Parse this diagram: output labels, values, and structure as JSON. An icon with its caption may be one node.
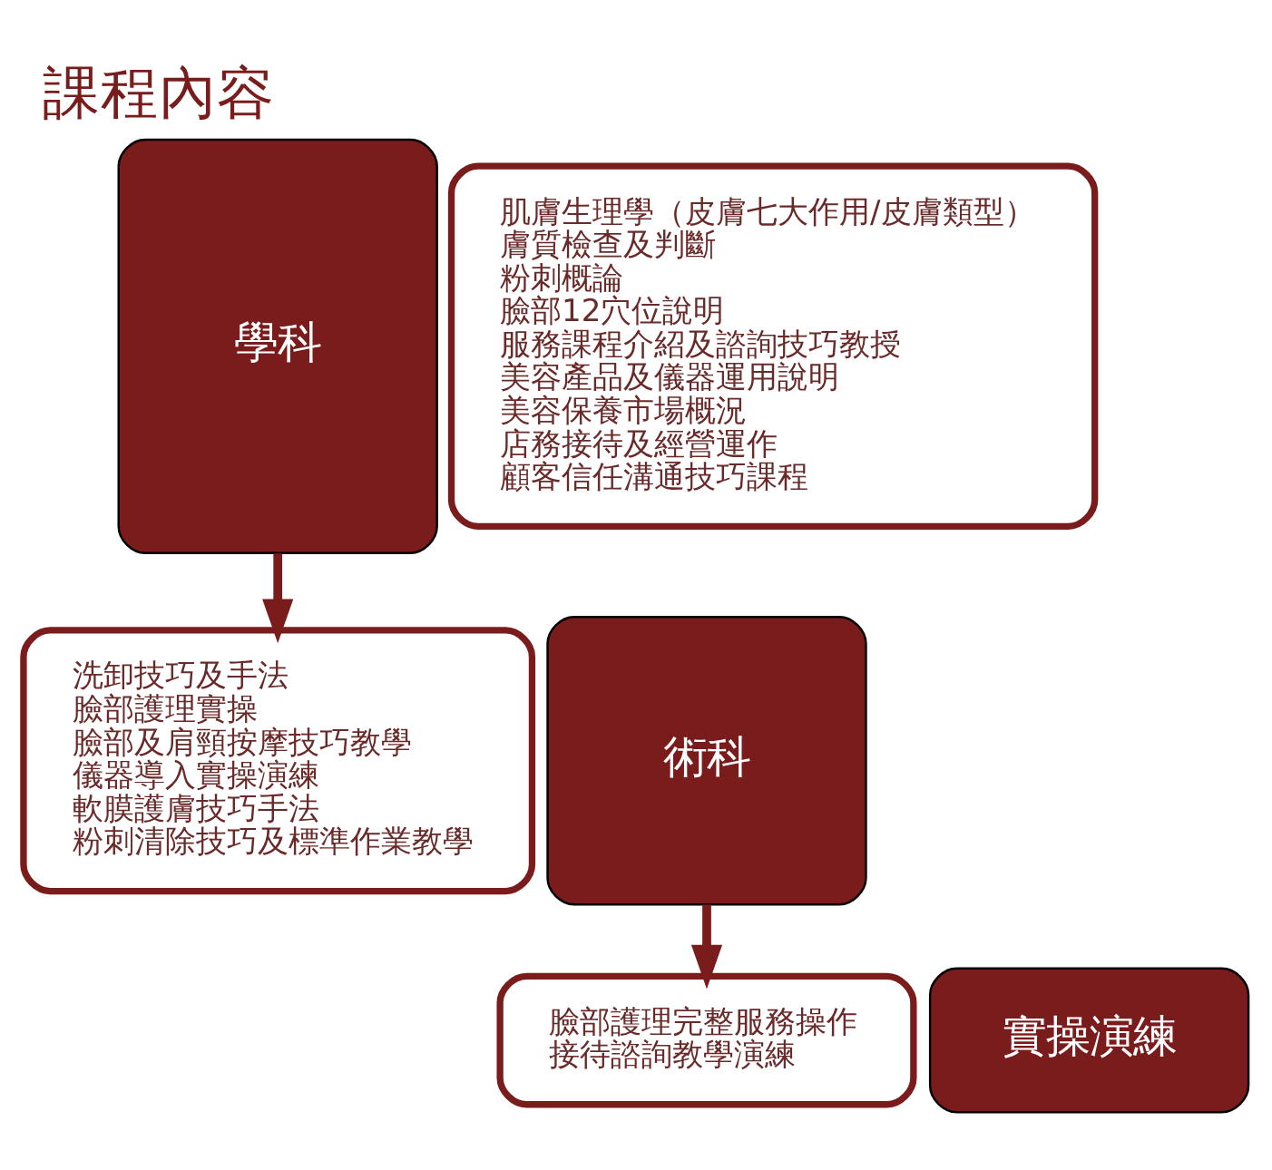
{
  "diagram": {
    "title": "課程內容",
    "nodes": [
      {
        "text": [
          "學科"
        ]
      },
      {
        "text": [
          "肌膚生理學（皮膚七大作用/皮膚類型）",
          "膚質檢查及判斷",
          "粉刺概論",
          "臉部12穴位說明",
          "服務課程介紹及諮詢技巧教授",
          "美容產品及儀器運用說明",
          "美容保養市場概況",
          "店務接待及經營運作",
          "顧客信任溝通技巧課程"
        ]
      },
      {
        "text": [
          "術科"
        ]
      },
      {
        "text": [
          "洗卸技巧及手法",
          "臉部護理實操",
          "臉部及肩頸按摩技巧教學",
          "儀器導入實操演練",
          "軟膜護膚技巧手法",
          "粉刺清除技巧及標準作業教學"
        ]
      },
      {
        "text": [
          "實操演練"
        ]
      },
      {
        "text": [
          "臉部護理完整服務操作",
          "接待諮詢教學演練"
        ]
      }
    ],
    "edges": [
      {
        "from": 0,
        "to": 3,
        "arrow": "to"
      },
      {
        "from": 2,
        "to": 5,
        "arrow": "to"
      }
    ]
  }
}
